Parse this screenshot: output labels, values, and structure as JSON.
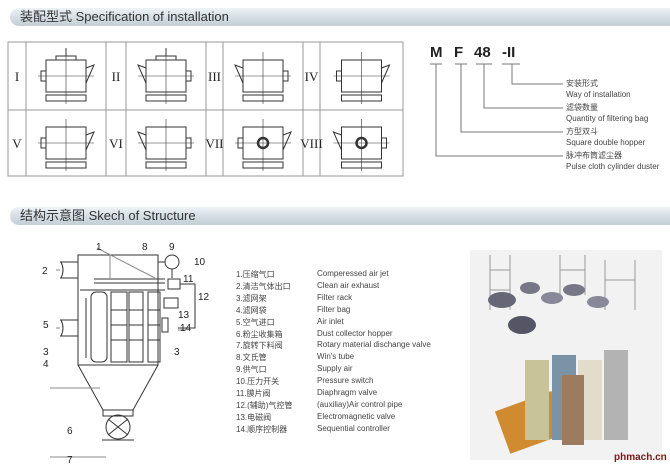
{
  "section1": {
    "title": "装配型式 Specification of installation"
  },
  "installation": {
    "types": [
      "I",
      "II",
      "III",
      "IV",
      "V",
      "VI",
      "VII",
      "VIII"
    ]
  },
  "model": {
    "codes": [
      "M",
      "F",
      "48",
      "-II"
    ],
    "legend": [
      {
        "cn": "安装形式",
        "en": "Way of installation"
      },
      {
        "cn": "滤袋数量",
        "en": "Quantity of filtering bag"
      },
      {
        "cn": "方型双斗",
        "en": "Square double hopper"
      },
      {
        "cn": "脉冲布筒滤尘器",
        "en": "Pulse cloth cylinder duster"
      }
    ]
  },
  "section2": {
    "title": "结构示意图 Skech of Structure"
  },
  "diagram": {
    "callouts": [
      "1",
      "2",
      "3",
      "3",
      "4",
      "5",
      "6",
      "7",
      "8",
      "9",
      "10",
      "11",
      "12",
      "13",
      "14"
    ]
  },
  "parts": [
    {
      "cn": "1.压缩气口",
      "en": "Comperessed air jet"
    },
    {
      "cn": "2.清洁气体出口",
      "en": "Clean air exhaust"
    },
    {
      "cn": "3.滤网架",
      "en": "Filter rack"
    },
    {
      "cn": "4.滤网袋",
      "en": "Filter bag"
    },
    {
      "cn": "5.空气进口",
      "en": "Air inlet"
    },
    {
      "cn": "6.粉尘收集箱",
      "en": "Dust collector hopper"
    },
    {
      "cn": "7.旋转下料阀",
      "en": "Rotary material dischange valve"
    },
    {
      "cn": "8.文氏管",
      "en": "Win's tube"
    },
    {
      "cn": "9.供气口",
      "en": "Supply air"
    },
    {
      "cn": "10.压力开关",
      "en": "Pressure switch"
    },
    {
      "cn": "11.膜片阀",
      "en": "Diaphragm valve"
    },
    {
      "cn": "12.(辅助)气控管",
      "en": "(auxiliay)Air control pipe"
    },
    {
      "cn": "13.电磁阀",
      "en": "Electromagnetic valve"
    },
    {
      "cn": "14.顺序控制器",
      "en": "Sequential controller"
    }
  ],
  "watermark": "phmach.cn"
}
